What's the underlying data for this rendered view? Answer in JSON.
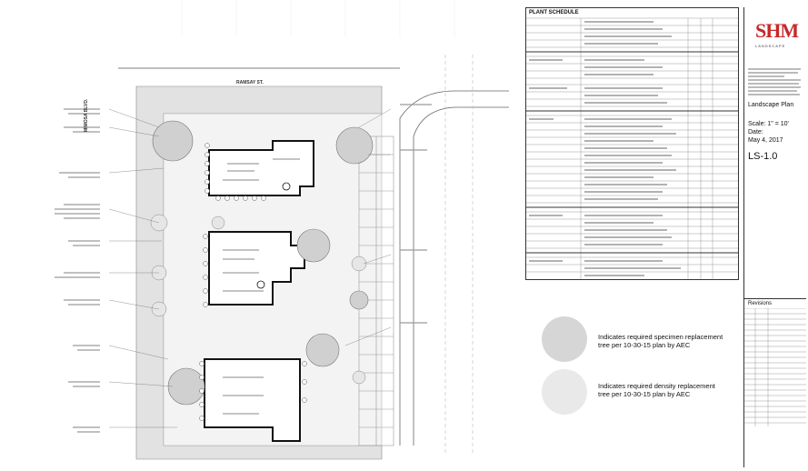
{
  "site": {
    "street_top": "RAMSAY ST.",
    "street_left": "MIMOSA BLVD."
  },
  "schedule": {
    "title": "PLANT SCHEDULE"
  },
  "legend": {
    "items": [
      {
        "text": "Indicates required specimen replacement tree per 10-30-15 plan by AEC",
        "color": "#d6d6d6"
      },
      {
        "text": "Indicates required density replacement tree per 10-30-15 plan by AEC",
        "color": "#e9e9e9"
      }
    ]
  },
  "titleblock": {
    "logo_text": "SHM",
    "logo_sub": "LANDSCAPE",
    "sheet_title": "Landscape Plan",
    "scale": "Scale:  1\" = 10'",
    "date_label": "Date:",
    "date": "May 4, 2017",
    "sheet_number": "LS-1.0",
    "revisions_label": "Revisions"
  }
}
